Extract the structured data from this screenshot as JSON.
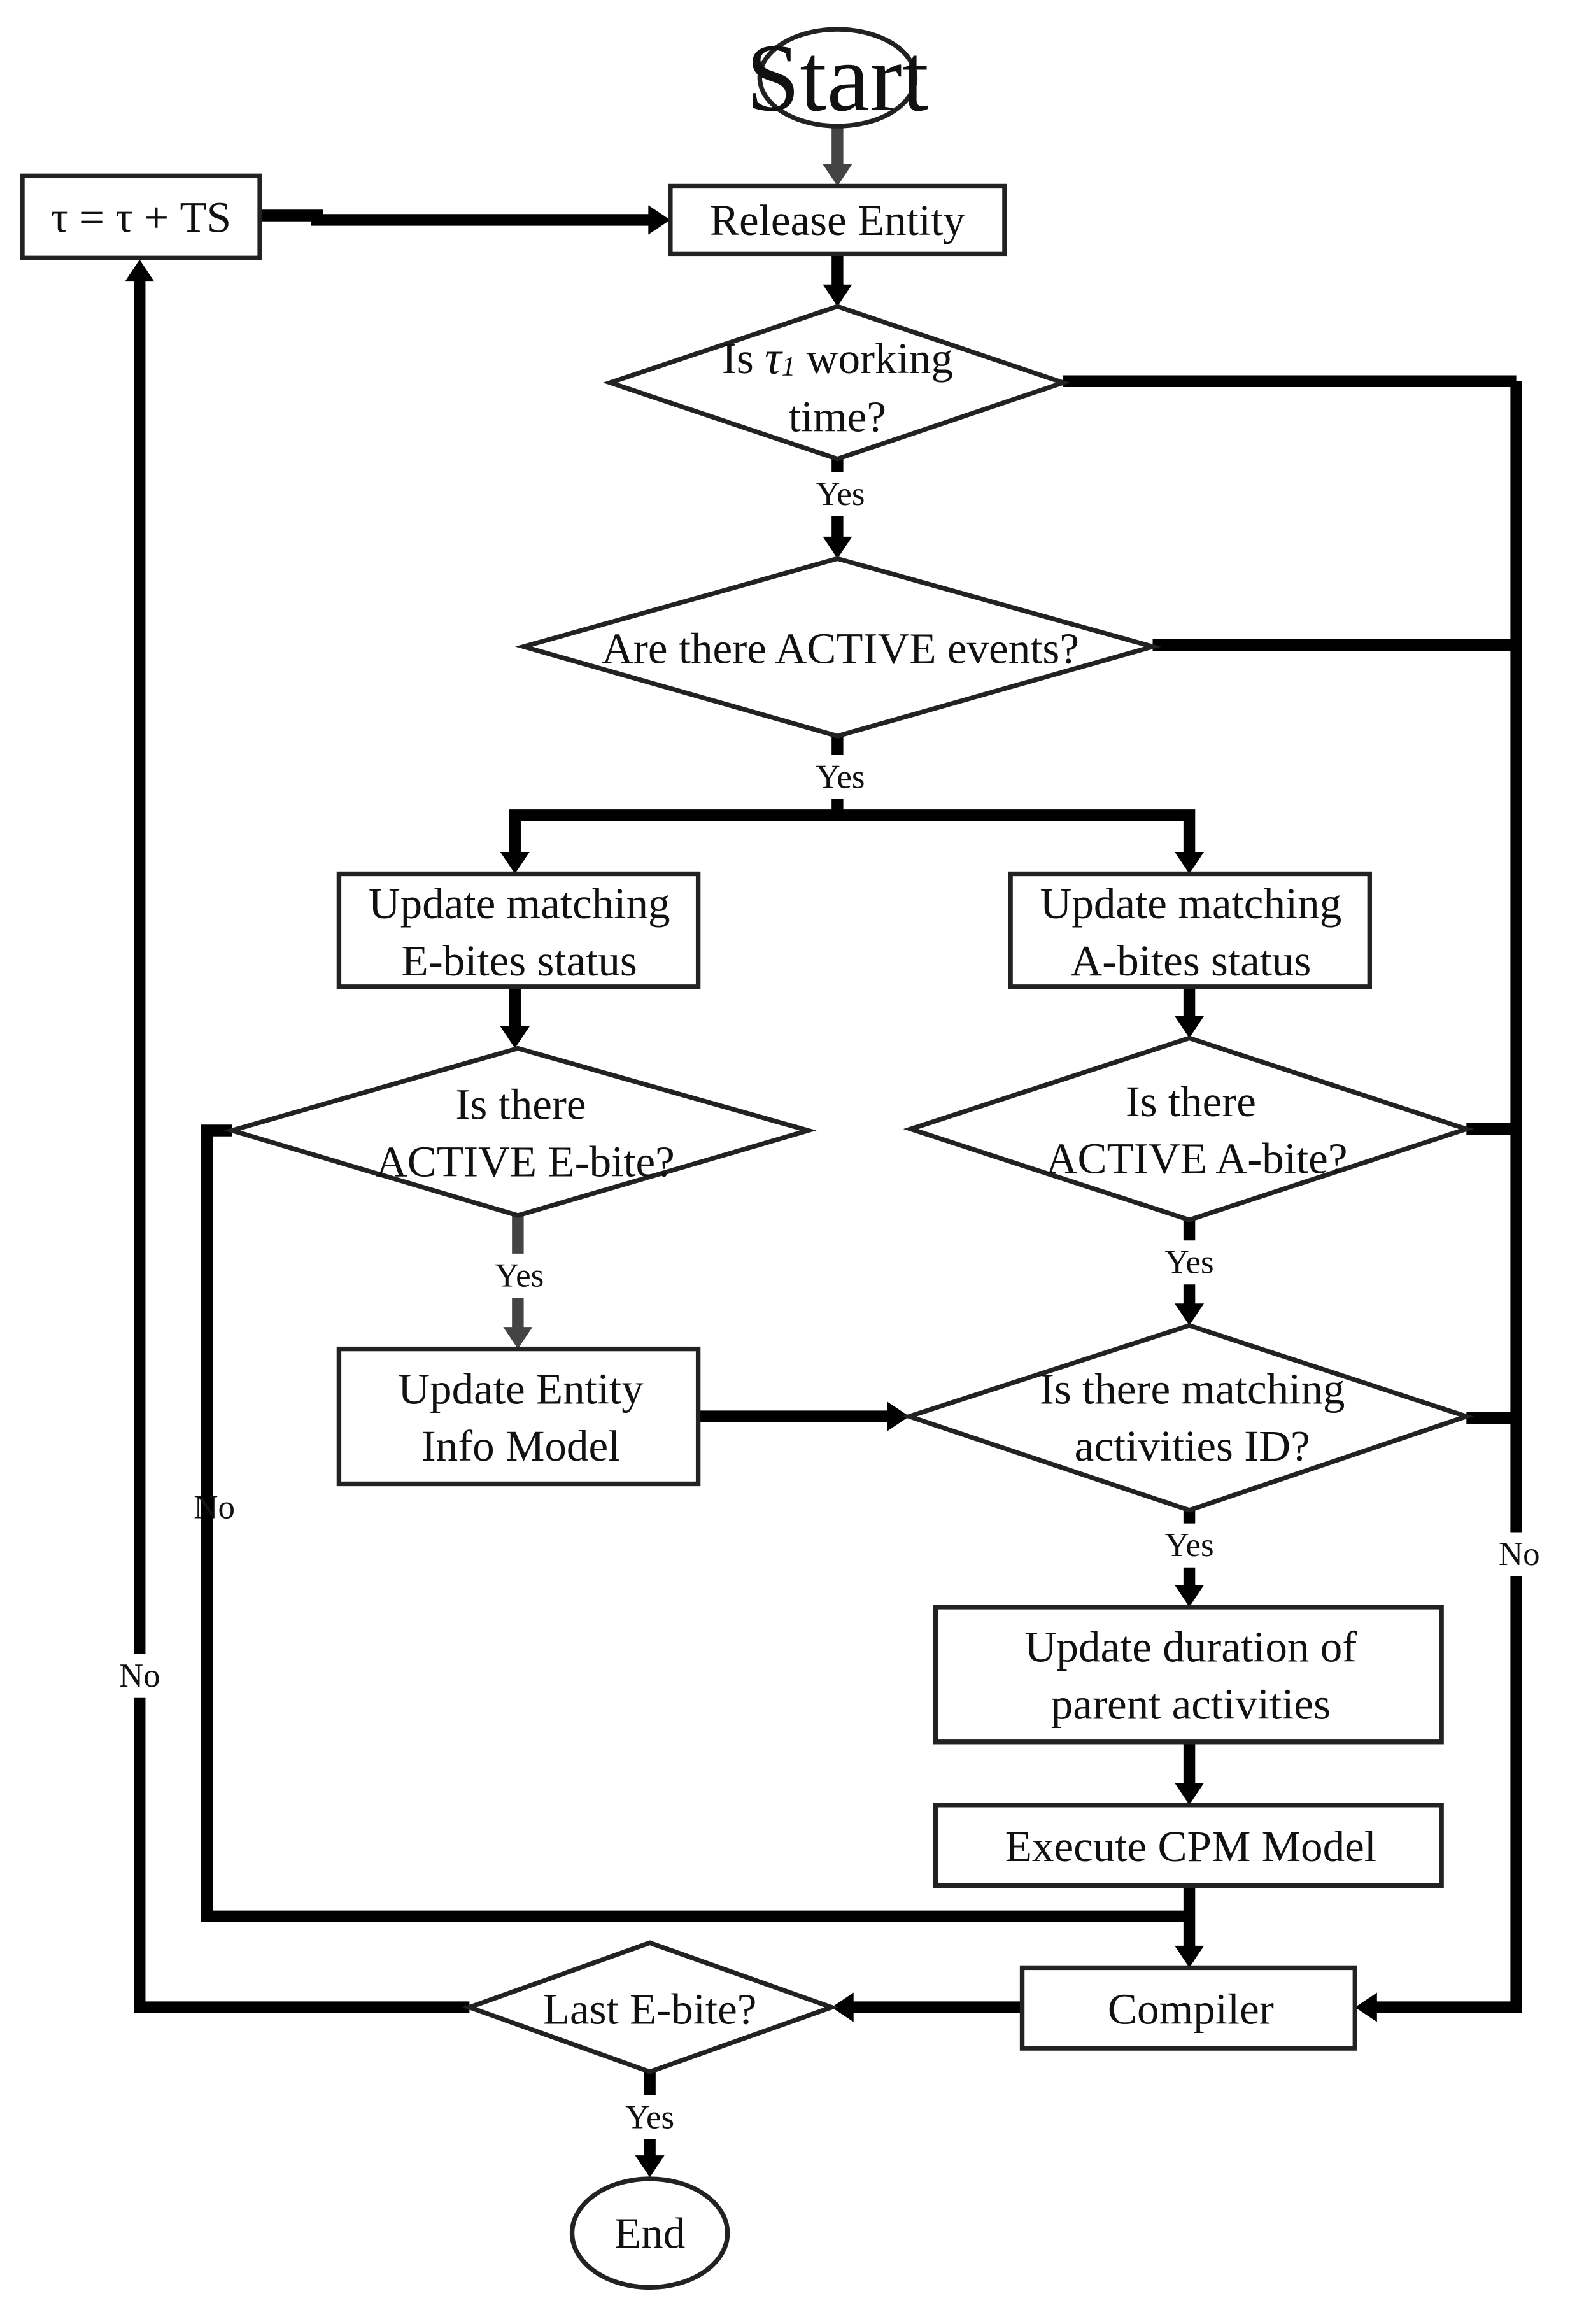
{
  "nodes": {
    "start": "Start",
    "tau_update": "τ = τ + TS",
    "release_entity": "Release Entity",
    "working_time": {
      "line1_prefix": "Is ",
      "line1_symbol": "τ",
      "line1_sub": "1",
      "line1_suffix": " working",
      "line2": "time?"
    },
    "active_events": "Are there ACTIVE events?",
    "update_ebites": {
      "line1": "Update matching",
      "line2": "E-bites status"
    },
    "update_abites": {
      "line1": "Update matching",
      "line2": "A-bites status"
    },
    "active_ebite": {
      "line1": "Is there",
      "line2": "ACTIVE E-bite?"
    },
    "active_abite": {
      "line1": "Is there",
      "line2": "ACTIVE A-bite?"
    },
    "update_entity_info": {
      "line1": "Update Entity",
      "line2": "Info Model"
    },
    "matching_activities": {
      "line1": "Is there matching",
      "line2": "activities ID?"
    },
    "update_duration": {
      "line1": "Update duration of",
      "line2": "parent activities"
    },
    "execute_cpm": "Execute CPM Model",
    "compiler": "Compiler",
    "last_ebite": "Last E-bite?",
    "end": "End"
  },
  "edge_labels": {
    "yes_working_time": "Yes",
    "yes_active_events": "Yes",
    "yes_active_ebite": "Yes",
    "yes_active_abite": "Yes",
    "yes_matching_activities": "Yes",
    "yes_last_ebite": "Yes",
    "no_active_ebite": "No",
    "no_last_ebite": "No",
    "no_right_column": "No"
  }
}
